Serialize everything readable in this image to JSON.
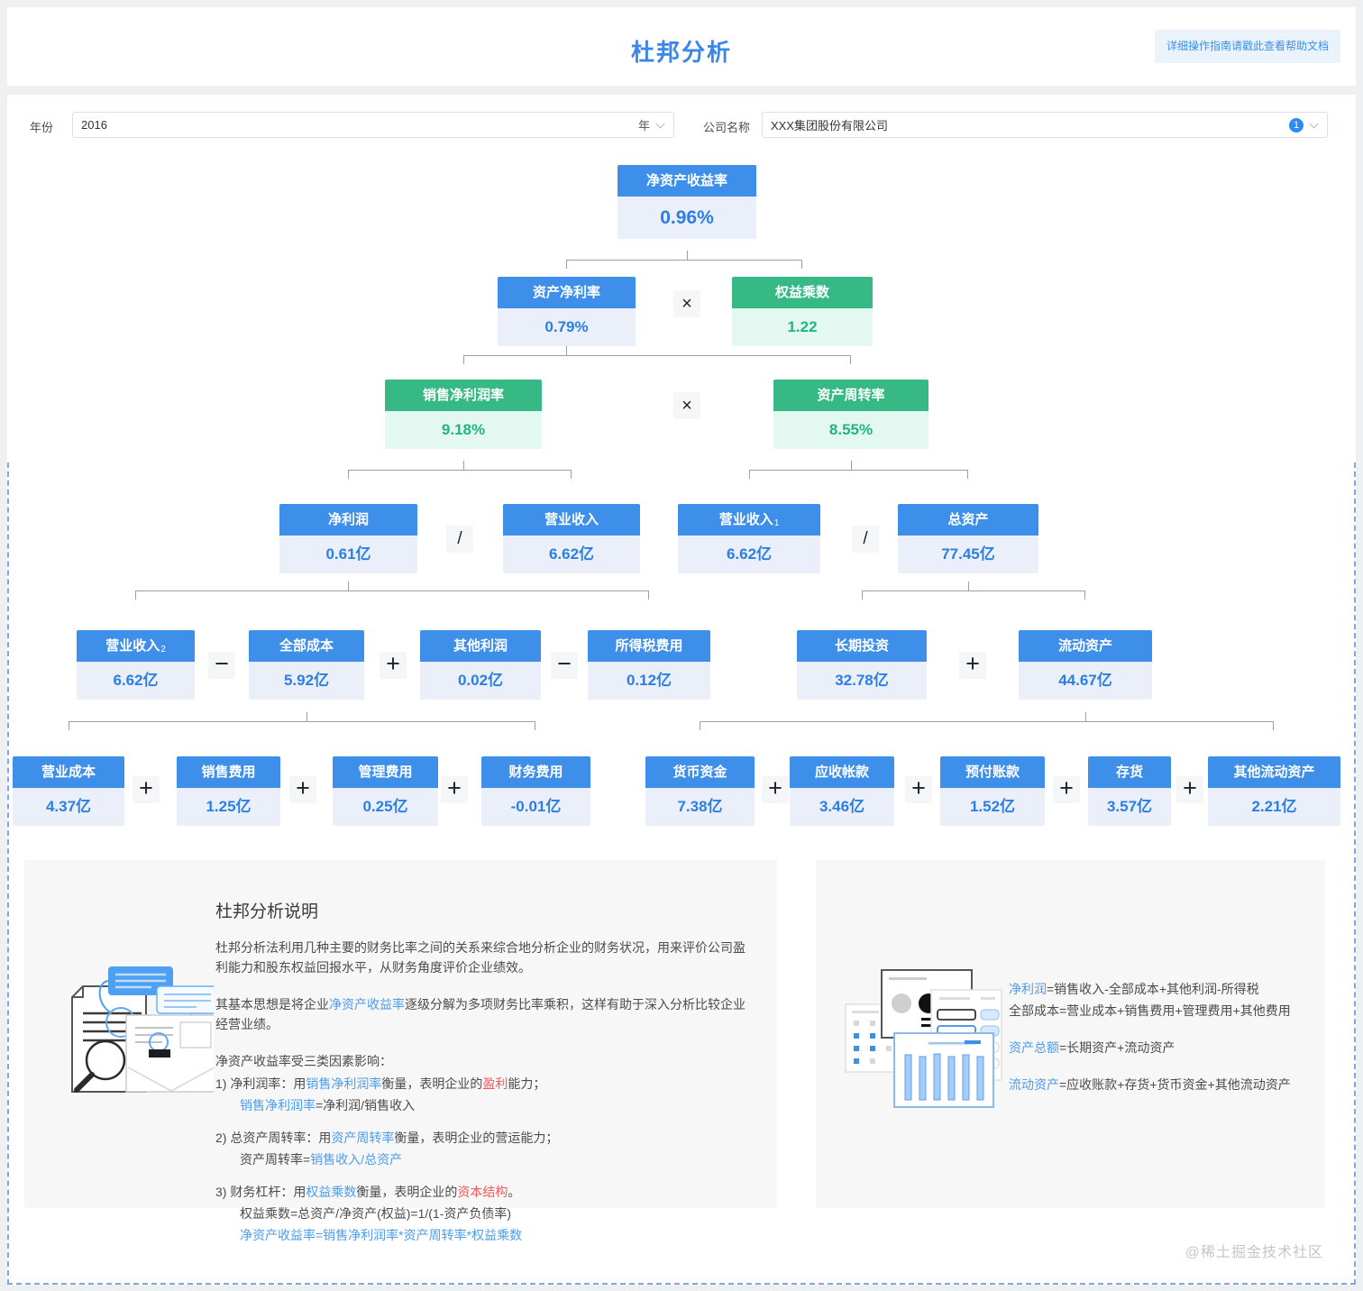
{
  "header": {
    "title": "杜邦分析",
    "help_button": "详细操作指南请戳此查看帮助文档"
  },
  "filters": {
    "year_label": "年份",
    "year_value": "2016",
    "year_unit": "年",
    "company_label": "公司名称",
    "company_value": "XXX集团股份有限公司",
    "company_badge": "1"
  },
  "operators": {
    "multiply": "×",
    "divide": "/",
    "plus": "+",
    "minus": "−"
  },
  "tree": {
    "roe": {
      "label": "净资产收益率",
      "value": "0.96%"
    },
    "asset_net_margin": {
      "label": "资产净利率",
      "value": "0.79%"
    },
    "equity_multiplier": {
      "label": "权益乘数",
      "value": "1.22"
    },
    "net_profit_margin": {
      "label": "销售净利润率",
      "value": "9.18%"
    },
    "asset_turnover": {
      "label": "资产周转率",
      "value": "8.55%"
    },
    "net_profit": {
      "label": "净利润",
      "value": "0.61亿"
    },
    "revenue": {
      "label": "营业收入",
      "value": "6.62亿"
    },
    "revenue_1": {
      "label": "营业收入",
      "sub": "1",
      "value": "6.62亿"
    },
    "total_assets": {
      "label": "总资产",
      "value": "77.45亿"
    },
    "revenue_2": {
      "label": "营业收入",
      "sub": "2",
      "value": "6.62亿"
    },
    "total_cost": {
      "label": "全部成本",
      "value": "5.92亿"
    },
    "other_profit": {
      "label": "其他利润",
      "value": "0.02亿"
    },
    "income_tax": {
      "label": "所得税费用",
      "value": "0.12亿"
    },
    "long_term_investment": {
      "label": "长期投资",
      "value": "32.78亿"
    },
    "current_assets": {
      "label": "流动资产",
      "value": "44.67亿"
    },
    "operating_cost": {
      "label": "营业成本",
      "value": "4.37亿"
    },
    "selling_expense": {
      "label": "销售费用",
      "value": "1.25亿"
    },
    "admin_expense": {
      "label": "管理费用",
      "value": "0.25亿"
    },
    "finance_expense": {
      "label": "财务费用",
      "value": "-0.01亿"
    },
    "cash": {
      "label": "货币资金",
      "value": "7.38亿"
    },
    "accounts_receivable": {
      "label": "应收帐款",
      "value": "3.46亿"
    },
    "prepaid": {
      "label": "预付账款",
      "value": "1.52亿"
    },
    "inventory": {
      "label": "存货",
      "value": "3.57亿"
    },
    "other_current_assets": {
      "label": "其他流动资产",
      "value": "2.21亿"
    }
  },
  "notes": {
    "title": "杜邦分析说明",
    "p1": [
      {
        "t": "杜邦分析法利用几种主要的财务比率之间的关系来综合地分析企业的财务状况，用来评价公司盈利能力和股东权益回报水平，从财务角度评价企业绩效。"
      }
    ],
    "p2": [
      {
        "t": "其基本思想是将企业"
      },
      {
        "t": "净资产收益率",
        "c": "blue"
      },
      {
        "t": "逐级分解为多项财务比率乘积，这样有助于深入分析比较企业经营业绩。"
      }
    ],
    "p3": [
      {
        "t": "净资产收益率受三类因素影响："
      }
    ],
    "li1a": [
      {
        "t": "1)  净利润率：用"
      },
      {
        "t": "销售净利润率",
        "c": "blue"
      },
      {
        "t": "衡量，表明企业的"
      },
      {
        "t": "盈利",
        "c": "red"
      },
      {
        "t": "能力；"
      }
    ],
    "li1b": [
      {
        "t": "销售净利润率",
        "c": "blue"
      },
      {
        "t": "=净利润/销售收入"
      }
    ],
    "li2a": [
      {
        "t": "2)  总资产周转率：用"
      },
      {
        "t": "资产周转率",
        "c": "blue"
      },
      {
        "t": "衡量，表明企业的营运能力；"
      }
    ],
    "li2b": [
      {
        "t": "资产周转率="
      },
      {
        "t": "销售收入/总资产",
        "c": "blue"
      }
    ],
    "li3a": [
      {
        "t": "3)  财务杠杆：用"
      },
      {
        "t": "权益乘数",
        "c": "blue"
      },
      {
        "t": "衡量，表明企业的"
      },
      {
        "t": "资本结构",
        "c": "red"
      },
      {
        "t": "。"
      }
    ],
    "li3b": [
      {
        "t": "权益乘数=总资产/净资产(权益)=1/(1-资产负债率)"
      }
    ],
    "li3c": [
      {
        "t": "净资产收益率=销售净利润率*资产周转率*权益乘数",
        "c": "blue"
      }
    ]
  },
  "formulas": {
    "f1a": [
      {
        "t": "净利润",
        "c": "blue"
      },
      {
        "t": "=销售收入-全部成本+其他利润-所得税"
      }
    ],
    "f1b": [
      {
        "t": "全部成本=营业成本+销售费用+管理费用+其他费用"
      }
    ],
    "f2": [
      {
        "t": "资产总额",
        "c": "blue"
      },
      {
        "t": "=长期资产+流动资产"
      }
    ],
    "f3": [
      {
        "t": "流动资产",
        "c": "blue"
      },
      {
        "t": "=应收账款+存货+货币资金+其他流动资产"
      }
    ]
  },
  "footer": {
    "watermark": "@稀土掘金技术社区"
  },
  "colors": {
    "accent_blue": "#3E8FE9",
    "accent_green": "#36B985",
    "light_blue_bg": "#EAEFF9",
    "light_green_bg": "#E2F8F0",
    "link_blue": "#4D9CEA",
    "warn_red": "#F25B5B",
    "badge_blue": "#2D8CF0"
  }
}
